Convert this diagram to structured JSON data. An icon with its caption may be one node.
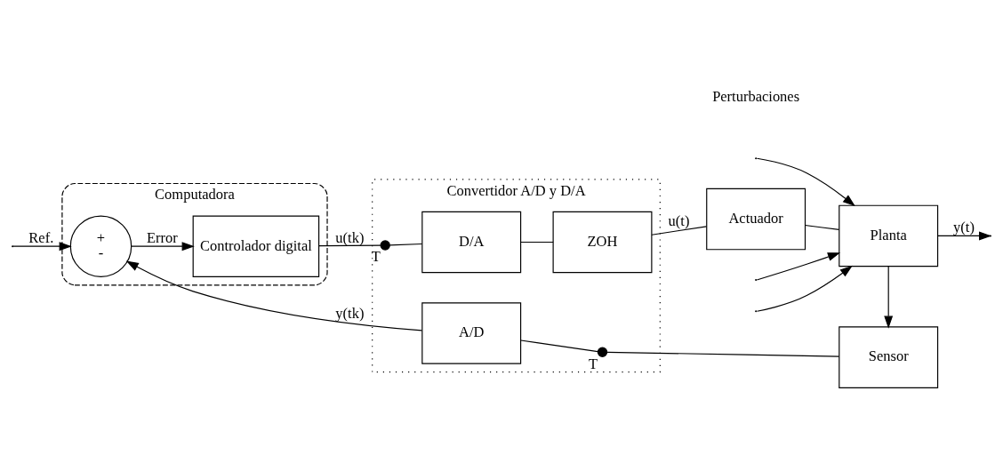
{
  "diagram": {
    "nodes": [
      {
        "text": [
          "Computadora"
        ]
      },
      {
        "text": [
          "Convertidor A/D y D/A"
        ]
      },
      {
        "text": [
          "+",
          "-"
        ],
        "in": 0
      },
      {
        "text": [
          "Controlador digital"
        ],
        "in": 0
      },
      {
        "text": [],
        "shape": "switch",
        "beside": [
          "T"
        ],
        "in": 1
      },
      {
        "text": [
          "D/A"
        ],
        "in": 1
      },
      {
        "text": [
          "ZOH"
        ],
        "in": 1
      },
      {
        "text": [
          "Actuador"
        ]
      },
      {
        "text": [
          "Planta"
        ]
      },
      {
        "text": [
          "Sensor"
        ]
      },
      {
        "text": [],
        "shape": "switch",
        "beside": [
          "T"
        ],
        "in": 1
      },
      {
        "text": [
          "A/D"
        ],
        "in": 1
      }
    ],
    "edges": [
      {
        "from": null,
        "to": 2,
        "arrow": "to",
        "label": "Ref."
      },
      {
        "from": 2,
        "to": 3,
        "arrow": "to",
        "label": "Error"
      },
      {
        "from": 3,
        "to": 4,
        "arrow": "none",
        "label": "u(tk)"
      },
      {
        "from": 4,
        "to": 5,
        "arrow": "none"
      },
      {
        "from": 5,
        "to": 6,
        "arrow": "none"
      },
      {
        "from": 6,
        "to": 7,
        "arrow": "none",
        "label": "u(t)"
      },
      {
        "from": 7,
        "to": 8,
        "arrow": "none"
      },
      {
        "from": null,
        "to": 8,
        "arrow": "to"
      },
      {
        "from": null,
        "to": 8,
        "arrow": "to"
      },
      {
        "from": null,
        "to": 8,
        "arrow": "to"
      },
      {
        "from": 8,
        "to": null,
        "arrow": "to",
        "label": "y(t)"
      },
      {
        "from": 8,
        "to": 9,
        "arrow": "to"
      },
      {
        "from": 9,
        "to": 10,
        "arrow": "none"
      },
      {
        "from": 10,
        "to": 11,
        "arrow": "none"
      },
      {
        "from": 11,
        "to": 2,
        "arrow": "to",
        "label": "y(tk)"
      }
    ],
    "labels": [
      "Perturbaciones"
    ]
  }
}
